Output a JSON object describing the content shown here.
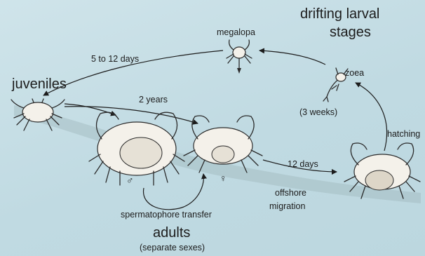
{
  "labels": {
    "drifting_title_line1": "drifting larval",
    "drifting_title_line2": "stages",
    "megalopa": "megalopa",
    "days_5_12": "5 to 12 days",
    "zoea": "zoea",
    "three_weeks": "(3 weeks)",
    "juveniles": "juveniles",
    "two_years": "2 years",
    "hatching": "hatching",
    "twelve_days": "12 days",
    "offshore": "offshore",
    "migration": "migration",
    "spermatophore_transfer": "spermatophore transfer",
    "adults": "adults",
    "separate_sexes": "(separate  sexes)",
    "male_symbol": "♂",
    "female_symbol": "♀"
  },
  "colors": {
    "background": "#c4dde4",
    "ink": "#1c1c1c",
    "shell": "#f4f1ea",
    "seabed": "#9fb8bd"
  }
}
